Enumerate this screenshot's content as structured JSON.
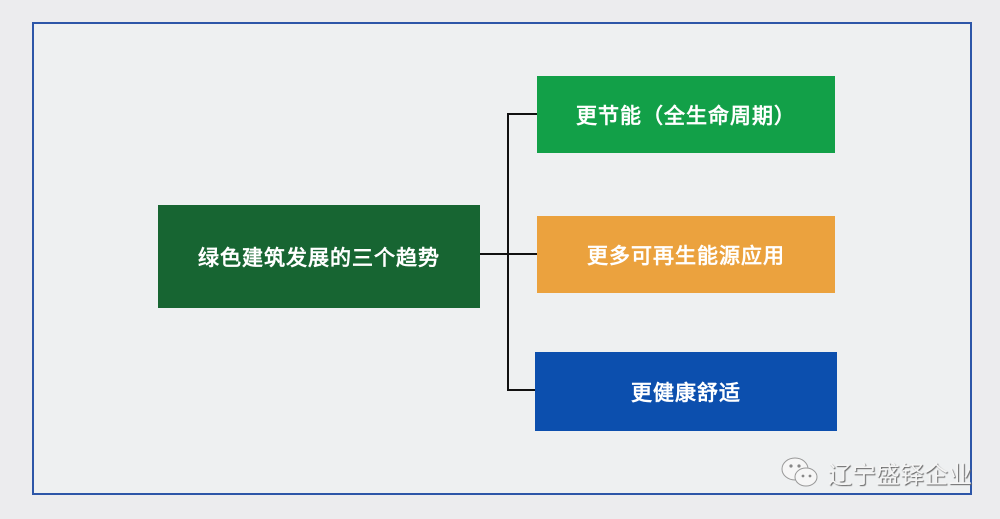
{
  "diagram": {
    "root": "绿色建筑发展的三个趋势",
    "branches": [
      {
        "label": "更节能（全生命周期）",
        "color": "#12a048"
      },
      {
        "label": "更多可再生能源应用",
        "color": "#eba23e"
      },
      {
        "label": "更健康舒适",
        "color": "#0c4fae"
      }
    ]
  },
  "watermark": {
    "icon": "wechat-icon",
    "text": "辽宁盛铎企业"
  }
}
